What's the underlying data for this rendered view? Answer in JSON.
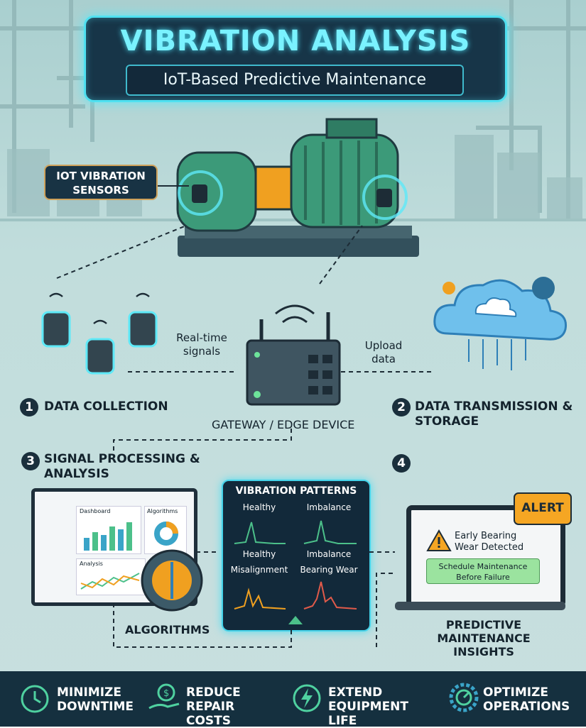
{
  "header": {
    "title": "VIBRATION ANALYSIS",
    "subtitle": "IoT-Based Predictive Maintenance"
  },
  "labels": {
    "sensors": "IOT VIBRATION SENSORS",
    "realtime": "Real-time signals",
    "upload": "Upload data",
    "gateway": "GATEWAY / EDGE DEVICE",
    "algorithms": "ALGORITHMS",
    "insights": "PREDICTIVE MAINTENANCE INSIGHTS"
  },
  "steps": [
    {
      "number": "1",
      "title": "DATA COLLECTION"
    },
    {
      "number": "2",
      "title": "DATA TRANSMISSION & STORAGE"
    },
    {
      "number": "3",
      "title": "SIGNAL PROCESSING & ANALYSIS"
    },
    {
      "number": "4",
      "title": ""
    }
  ],
  "dashboard": {
    "panel1": "Dashboard",
    "panel2": "Algorithms",
    "panel3": "Analysis"
  },
  "patterns": {
    "title": "VIBRATION PATTERNS",
    "cells": [
      "Healthy",
      "Imbalance",
      "Misalignment",
      "Bearing Wear"
    ],
    "row_labels": [
      "Healthy",
      "Imbalance"
    ]
  },
  "alert": {
    "badge": "ALERT",
    "message": "Early Bearing Wear Detected",
    "action": "Schedule Maintenance Before Failure"
  },
  "benefits": [
    {
      "icon": "clock-icon",
      "text": "MINIMIZE DOWNTIME"
    },
    {
      "icon": "hand-money-icon",
      "text": "REDUCE REPAIR COSTS"
    },
    {
      "icon": "lightning-icon",
      "text": "EXTEND EQUIPMENT LIFE"
    },
    {
      "icon": "gauge-gear-icon",
      "text": "OPTIMIZE OPERATIONS"
    }
  ],
  "colors": {
    "background": "#bfdcdc",
    "accent": "#4fe0f0",
    "motor": "#3c9a79",
    "coupling": "#f0a020",
    "alert": "#f5a623",
    "bar": "#15303f"
  }
}
